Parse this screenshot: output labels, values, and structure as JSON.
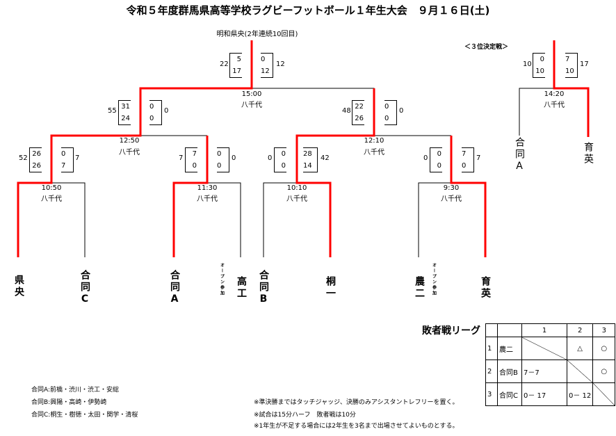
{
  "title": "令和５年度群馬県高等学校ラグビーフットボール１年生大会　９月１６日(土)",
  "champion": "明和県央(2年連続10回目)",
  "venue": "八千代",
  "final": {
    "time": "15:00",
    "left_total": "22",
    "left_halves": [
      "5",
      "17"
    ],
    "right_halves": [
      "0",
      "12"
    ],
    "right_total": "12"
  },
  "semis": [
    {
      "time": "12:50",
      "left_total": "55",
      "left_halves": [
        "31",
        "24"
      ],
      "right_halves": [
        "0",
        "0"
      ],
      "right_total": "0"
    },
    {
      "time": "12:10",
      "left_total": "48",
      "left_halves": [
        "22",
        "26"
      ],
      "right_halves": [
        "0",
        "0"
      ],
      "right_total": "0"
    }
  ],
  "round1": [
    {
      "time": "10:50",
      "left_total": "52",
      "left_halves": [
        "26",
        "26"
      ],
      "right_halves": [
        "0",
        "7"
      ],
      "right_total": "7"
    },
    {
      "time": "11:30",
      "left_total": "7",
      "left_halves": [
        "7",
        "0"
      ],
      "right_halves": [
        "0",
        "0"
      ],
      "right_total": "0"
    },
    {
      "time": "10:10",
      "left_total": "0",
      "left_halves": [
        "0",
        "0"
      ],
      "right_halves": [
        "28",
        "14"
      ],
      "right_total": "42"
    },
    {
      "time": "9:30",
      "left_total": "0",
      "left_halves": [
        "0",
        "0"
      ],
      "right_halves": [
        "7",
        "0"
      ],
      "right_total": "7"
    }
  ],
  "third": {
    "label": "＜３位決定戦＞",
    "time": "14:20",
    "left_total": "10",
    "left_halves": [
      "0",
      "10"
    ],
    "right_halves": [
      "7",
      "10"
    ],
    "right_total": "17",
    "teams": [
      "合同A",
      "育英"
    ]
  },
  "teams": [
    "県央",
    "合同C",
    "合同A",
    "高工",
    "合同B",
    "桐一",
    "農二",
    "育英"
  ],
  "open_label": "オープン参加",
  "league": {
    "title": "敗者戦リーグ",
    "cols": [
      "1",
      "2",
      "3"
    ],
    "rows": [
      {
        "no": "1",
        "team": "農二",
        "cells": [
          "",
          "△",
          "○"
        ]
      },
      {
        "no": "2",
        "team": "合同B",
        "cells": [
          "7－7",
          "",
          "○"
        ]
      },
      {
        "no": "3",
        "team": "合同C",
        "cells": [
          "0－ 17",
          "0－ 12",
          ""
        ]
      }
    ]
  },
  "joint_notes": [
    "合同A:前橋・渋川・渋工・安総",
    "合同B:興陽・高崎・伊勢崎",
    "合同C:桐生・樹徳・太田・関学・清桜"
  ],
  "rules": [
    "※準決勝まではタッチジャッジ、決勝のみアシスタントレフリーを置く。",
    "※試合は15分ハーフ　敗者戦は10分",
    "※1年生が不足する場合には2年生を3名まで出場させてよいものとする。"
  ],
  "colors": {
    "winner_line": "#ff0000",
    "line": "#000000"
  }
}
